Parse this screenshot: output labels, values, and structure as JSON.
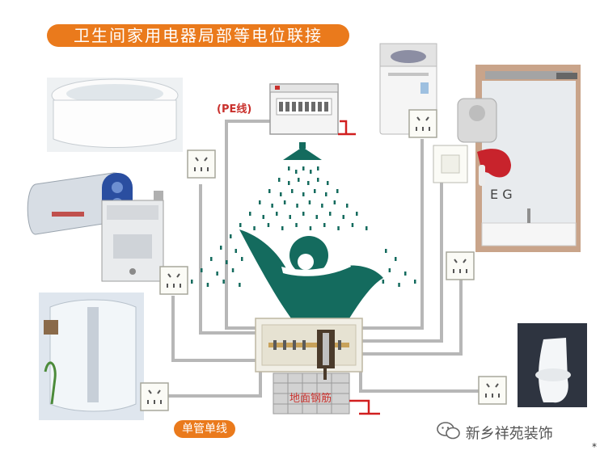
{
  "title": "卫生间家用电器局部等电位联接",
  "labels": {
    "pe_wire": "(PE线)",
    "single_pipe_single_wire": "单管单线",
    "floor_rebar": "地面钢筋"
  },
  "watermark": {
    "text": "新乡祥苑装饰",
    "icon": "wechat-icon"
  },
  "misc": {
    "asterisk": "*"
  },
  "colors": {
    "banner": "#ea7a1c",
    "logo": "#146b5e",
    "wire": "#b7b7b7",
    "ground_symbol": "#d11f1f",
    "pe_text": "#c9302c"
  },
  "icons": [
    "bathtub-icon",
    "distribution-box-icon",
    "washing-machine-icon",
    "mirror-cabinet-icon",
    "water-heater-icon",
    "gas-heater-icon",
    "hair-dryer-icon",
    "shower-enclosure-icon",
    "toilet-icon",
    "outlet-icon",
    "ground-symbol-icon",
    "shower-head-icon",
    "logo-icon",
    "junction-box-icon"
  ]
}
